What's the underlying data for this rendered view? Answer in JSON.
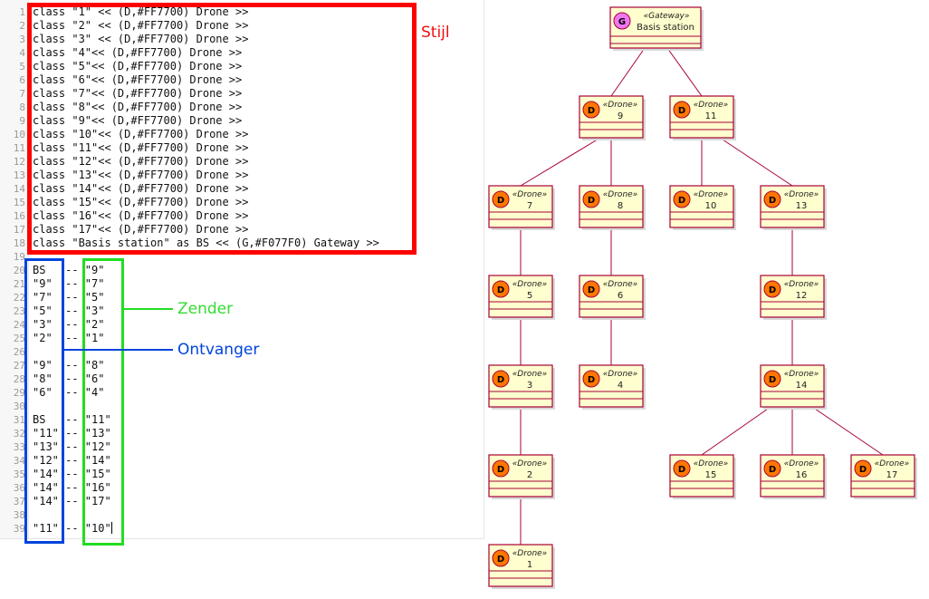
{
  "editor": {
    "lines": [
      {
        "n": "1",
        "text": "class \"1\" << (D,#FF7700) Drone >>"
      },
      {
        "n": "2",
        "text": "class \"2\" << (D,#FF7700) Drone >>"
      },
      {
        "n": "3",
        "text": "class \"3\" << (D,#FF7700) Drone >>"
      },
      {
        "n": "4",
        "text": "class \"4\"<< (D,#FF7700) Drone >>"
      },
      {
        "n": "5",
        "text": "class \"5\"<< (D,#FF7700) Drone >>"
      },
      {
        "n": "6",
        "text": "class \"6\"<< (D,#FF7700) Drone >>"
      },
      {
        "n": "7",
        "text": "class \"7\"<< (D,#FF7700) Drone >>"
      },
      {
        "n": "8",
        "text": "class \"8\"<< (D,#FF7700) Drone >>"
      },
      {
        "n": "9",
        "text": "class \"9\"<< (D,#FF7700) Drone >>"
      },
      {
        "n": "10",
        "text": "class \"10\"<< (D,#FF7700) Drone >>"
      },
      {
        "n": "11",
        "text": "class \"11\"<< (D,#FF7700) Drone >>"
      },
      {
        "n": "12",
        "text": "class \"12\"<< (D,#FF7700) Drone >>"
      },
      {
        "n": "13",
        "text": "class \"13\"<< (D,#FF7700) Drone >>"
      },
      {
        "n": "14",
        "text": "class \"14\"<< (D,#FF7700) Drone >>"
      },
      {
        "n": "15",
        "text": "class \"15\"<< (D,#FF7700) Drone >>"
      },
      {
        "n": "16",
        "text": "class \"16\"<< (D,#FF7700) Drone >>"
      },
      {
        "n": "17",
        "text": "class \"17\"<< (D,#FF7700) Drone >>"
      },
      {
        "n": "18",
        "text": "class \"Basis station\" as BS << (G,#F077F0) Gateway >>"
      },
      {
        "n": "19",
        "text": ""
      },
      {
        "n": "20",
        "text": "BS   -- \"9\""
      },
      {
        "n": "21",
        "text": "\"9\"  -- \"7\""
      },
      {
        "n": "22",
        "text": "\"7\"  -- \"5\""
      },
      {
        "n": "23",
        "text": "\"5\"  -- \"3\""
      },
      {
        "n": "24",
        "text": "\"3\"  -- \"2\""
      },
      {
        "n": "25",
        "text": "\"2\"  -- \"1\""
      },
      {
        "n": "26",
        "text": ""
      },
      {
        "n": "27",
        "text": "\"9\"  -- \"8\""
      },
      {
        "n": "28",
        "text": "\"8\"  -- \"6\""
      },
      {
        "n": "29",
        "text": "\"6\"  -- \"4\""
      },
      {
        "n": "30",
        "text": ""
      },
      {
        "n": "31",
        "text": "BS   -- \"11\""
      },
      {
        "n": "32",
        "text": "\"11\" -- \"13\""
      },
      {
        "n": "33",
        "text": "\"13\" -- \"12\""
      },
      {
        "n": "34",
        "text": "\"12\" -- \"14\""
      },
      {
        "n": "35",
        "text": "\"14\" -- \"15\""
      },
      {
        "n": "36",
        "text": "\"14\" -- \"16\""
      },
      {
        "n": "37",
        "text": "\"14\" -- \"17\""
      },
      {
        "n": "38",
        "text": ""
      },
      {
        "n": "39",
        "text": "\"11\" -- \"10\""
      }
    ]
  },
  "annotations": {
    "style_label": "Stijl",
    "sender_label": "Zender",
    "receiver_label": "Ontvanger",
    "style_color": "#ff0000",
    "sender_color": "#22dd22",
    "receiver_color": "#0044dd"
  },
  "diagram": {
    "drone_stereotype": "«Drone»",
    "drone_badge": "D",
    "drone_badge_color": "#FF7700",
    "gateway_stereotype": "«Gateway»",
    "gateway_badge": "G",
    "gateway_badge_color": "#F077F0",
    "gateway_name": "Basis station",
    "box_fill": "#FEFECE",
    "box_stroke": "#A80036",
    "nodes": [
      {
        "id": "BS",
        "label": "Basis station",
        "kind": "gateway"
      },
      {
        "id": "9",
        "label": "9",
        "kind": "drone"
      },
      {
        "id": "11",
        "label": "11",
        "kind": "drone"
      },
      {
        "id": "7",
        "label": "7",
        "kind": "drone"
      },
      {
        "id": "8",
        "label": "8",
        "kind": "drone"
      },
      {
        "id": "10",
        "label": "10",
        "kind": "drone"
      },
      {
        "id": "13",
        "label": "13",
        "kind": "drone"
      },
      {
        "id": "5",
        "label": "5",
        "kind": "drone"
      },
      {
        "id": "6",
        "label": "6",
        "kind": "drone"
      },
      {
        "id": "12",
        "label": "12",
        "kind": "drone"
      },
      {
        "id": "3",
        "label": "3",
        "kind": "drone"
      },
      {
        "id": "4",
        "label": "4",
        "kind": "drone"
      },
      {
        "id": "14",
        "label": "14",
        "kind": "drone"
      },
      {
        "id": "2",
        "label": "2",
        "kind": "drone"
      },
      {
        "id": "15",
        "label": "15",
        "kind": "drone"
      },
      {
        "id": "16",
        "label": "16",
        "kind": "drone"
      },
      {
        "id": "17",
        "label": "17",
        "kind": "drone"
      },
      {
        "id": "1",
        "label": "1",
        "kind": "drone"
      }
    ],
    "edges": [
      [
        "BS",
        "9"
      ],
      [
        "BS",
        "11"
      ],
      [
        "9",
        "7"
      ],
      [
        "9",
        "8"
      ],
      [
        "11",
        "10"
      ],
      [
        "11",
        "13"
      ],
      [
        "7",
        "5"
      ],
      [
        "8",
        "6"
      ],
      [
        "13",
        "12"
      ],
      [
        "5",
        "3"
      ],
      [
        "6",
        "4"
      ],
      [
        "12",
        "14"
      ],
      [
        "3",
        "2"
      ],
      [
        "14",
        "15"
      ],
      [
        "14",
        "16"
      ],
      [
        "14",
        "17"
      ],
      [
        "2",
        "1"
      ]
    ]
  }
}
